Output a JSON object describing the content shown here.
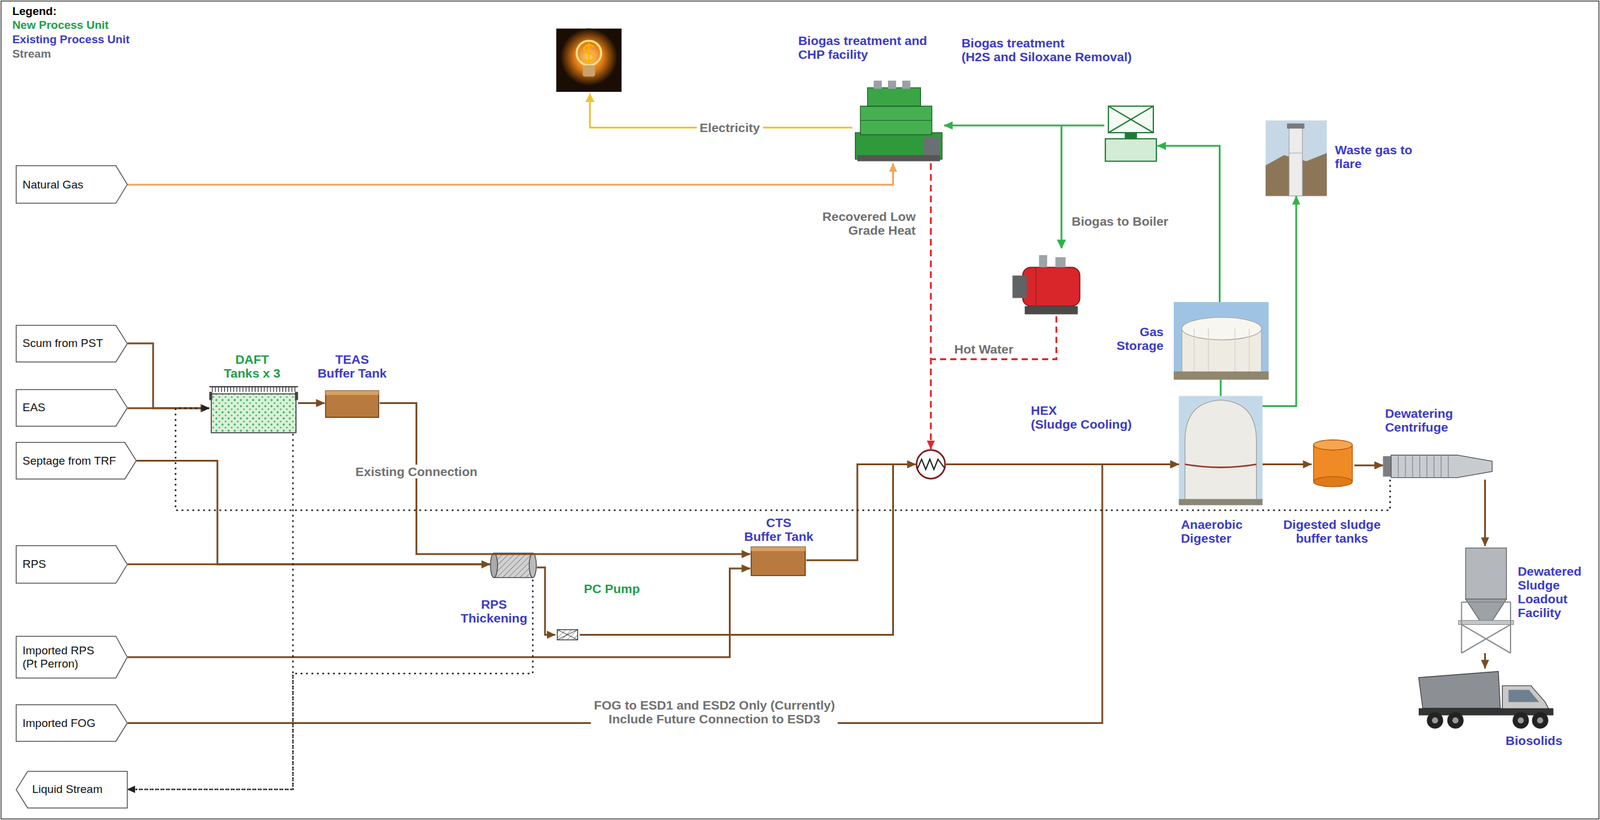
{
  "diagram": {
    "nodes": [
      {
        "text": [
          "Natural Gas"
        ]
      },
      {
        "text": [
          "Biogas treatment and CHP facility"
        ]
      },
      {
        "text": [
          "Biogas treatment (H2S and Siloxane Removal)"
        ]
      },
      {
        "text": [
          "Waste gas to flare"
        ]
      },
      {
        "text": [
          "Gas Storage"
        ]
      },
      {
        "text": [
          "Scum from PST"
        ]
      },
      {
        "text": [
          "DAFT Tanks x 3"
        ]
      },
      {
        "text": [
          "TEAS Buffer Tank"
        ]
      },
      {
        "text": [
          "EAS"
        ]
      },
      {
        "text": [
          "Septage from TRF"
        ]
      },
      {
        "text": [
          "HEX (Sludge Cooling)"
        ]
      },
      {
        "text": [
          "Anaerobic Digester"
        ]
      },
      {
        "text": [
          "Digested sludge buffer tanks"
        ]
      },
      {
        "text": [
          "Dewatering Centrifuge"
        ]
      },
      {
        "text": [
          "CTS Buffer Tank"
        ]
      },
      {
        "text": [
          "RPS"
        ]
      },
      {
        "text": [
          "RPS Thickening"
        ]
      },
      {
        "text": [
          "PC Pump"
        ]
      },
      {
        "text": [
          "Imported RPS (Pt Perron)"
        ]
      },
      {
        "text": [
          "Dewatered Sludge Loadout Facility"
        ]
      },
      {
        "text": [
          "Imported FOG"
        ]
      },
      {
        "text": [
          "Biosolids"
        ]
      },
      {
        "text": [
          "Liquid Stream"
        ]
      }
    ],
    "edges": [
      {
        "from": 0,
        "to": 1,
        "arrow": "to"
      },
      {
        "from": 2,
        "to": 1,
        "arrow": "to"
      },
      {
        "from": 4,
        "to": 2,
        "arrow": "to"
      },
      {
        "from": 11,
        "to": 3,
        "arrow": "to"
      },
      {
        "from": 11,
        "to": 4,
        "arrow": "none"
      },
      {
        "from": 1,
        "to": 10,
        "label": "Recovered Low Grade Heat",
        "arrow": "to"
      },
      {
        "from": 5,
        "to": 6,
        "arrow": "to"
      },
      {
        "from": 8,
        "to": 6,
        "arrow": "to"
      },
      {
        "from": 6,
        "to": 7,
        "arrow": "to"
      },
      {
        "from": 7,
        "to": 14,
        "label": "Existing Connection",
        "arrow": "to"
      },
      {
        "from": 9,
        "to": 16,
        "arrow": "to"
      },
      {
        "from": 15,
        "to": 16,
        "arrow": "to"
      },
      {
        "from": 16,
        "to": 17,
        "arrow": "to"
      },
      {
        "from": 17,
        "to": 10,
        "arrow": "to"
      },
      {
        "from": 14,
        "to": 10,
        "arrow": "to"
      },
      {
        "from": 18,
        "to": 14,
        "arrow": "to"
      },
      {
        "from": 10,
        "to": 11,
        "arrow": "to"
      },
      {
        "from": 20,
        "to": 11,
        "label": "FOG to ESD1 and ESD2 Only (Currently) Include Future Connection to ESD3",
        "arrow": "to"
      },
      {
        "from": 11,
        "to": 12,
        "arrow": "to"
      },
      {
        "from": 12,
        "to": 13,
        "arrow": "to"
      },
      {
        "from": 13,
        "to": 19,
        "arrow": "to"
      },
      {
        "from": 19,
        "to": 21,
        "arrow": "to"
      },
      {
        "from": 13,
        "to": 6,
        "arrow": "to"
      },
      {
        "from": 6,
        "to": 22,
        "arrow": "to"
      },
      {
        "from": 16,
        "to": 22,
        "arrow": "to"
      }
    ],
    "labels": [
      "Legend:",
      "Electricity",
      "Biogas to Boiler",
      "Hot Water"
    ],
    "legend": [
      {
        "text": "New Process Unit",
        "color": "#1f9e48"
      },
      {
        "text": "Existing Process Unit",
        "color": "#3a3ac8"
      },
      {
        "text": "Stream",
        "color": "#707070"
      }
    ]
  }
}
